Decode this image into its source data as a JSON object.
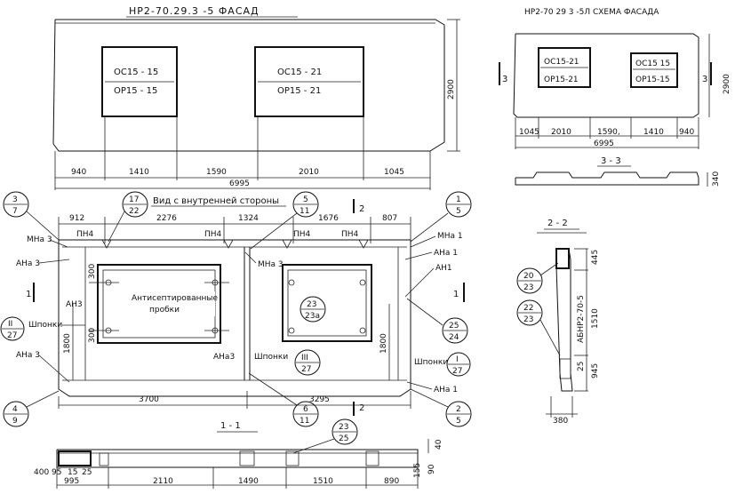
{
  "facade": {
    "title": "НР2-70.29.3 -5 ФАСАД",
    "height_dim": "2900",
    "window_left_top": "ОС15 - 15",
    "window_left_bottom": "ОР15 - 15",
    "window_right_top": "ОС15 - 21",
    "window_right_bottom": "ОР15 - 21",
    "dims_bottom": [
      "940",
      "1410",
      "1590",
      "2010",
      "1045"
    ],
    "total": "6995"
  },
  "scheme": {
    "title": "НР2-70 29 3 -5Л СХЕМА ФАСАДА",
    "window1_top": "ОС15-21",
    "window1_bottom": "ОР15-21",
    "window2_top": "ОС15 15",
    "window2_bottom": "ОР15-15",
    "height_dim": "2900",
    "dims": [
      "1045",
      "2010",
      "1590,",
      "1410",
      "940"
    ],
    "total": "6995",
    "section_left": "3",
    "section_right": "3"
  },
  "section33": {
    "title": "3 - 3",
    "dim": "340"
  },
  "inner": {
    "title": "Вид с внутренней стороны",
    "top_dims": [
      "912",
      "2276",
      "1324",
      "1676",
      "807"
    ],
    "bottom_dims": [
      "3700",
      "3295"
    ],
    "pn_labels": [
      "ПН4",
      "ПН4",
      "ПН4",
      "ПН4"
    ],
    "mna_left": "МНа 3",
    "ana_left_top": "АНа 3",
    "an3": "АН3",
    "shponki_left": "Шпонки",
    "ana_left_bottom": "АНа 3",
    "mna_right": "МНа 1",
    "ana_right_top": "АНа 1",
    "an1": "АН1",
    "shponki_right": "Шпонки",
    "ana_right_bottom": "АНа 1",
    "mna_center": "МНа 3",
    "ana_center": "АНа3",
    "shponki_center": "Шпонки",
    "dim300_a": "300",
    "dim300_b": "300",
    "dim1800_left": "1800",
    "dim1800_right": "1800",
    "note_line1": "Антисептированные",
    "note_line2": "пробки",
    "section_1_left": "1",
    "section_1_right": "1",
    "section_2_top": "2",
    "section_2_bottom": "2"
  },
  "callouts": [
    {
      "top": "3",
      "bottom": "7"
    },
    {
      "top": "17",
      "bottom": "22"
    },
    {
      "top": "5",
      "bottom": "11"
    },
    {
      "top": "1",
      "bottom": "5"
    },
    {
      "top": "II",
      "bottom": "27"
    },
    {
      "top": "23",
      "bottom": "23а"
    },
    {
      "top": "25",
      "bottom": "24"
    },
    {
      "top": "III",
      "bottom": "27"
    },
    {
      "top": "I",
      "bottom": "27"
    },
    {
      "top": "4",
      "bottom": "9"
    },
    {
      "top": "6",
      "bottom": "11"
    },
    {
      "top": "2",
      "bottom": "5"
    },
    {
      "top": "23",
      "bottom": "25"
    }
  ],
  "section22": {
    "title": "2 - 2",
    "dims_right": [
      "445",
      "1510",
      "945"
    ],
    "mark": "АБНР2-70-5",
    "dim_25": "25",
    "bottom": "380",
    "callout_a_top": "20",
    "callout_a_bottom": "23",
    "callout_b_top": "22",
    "callout_b_bottom": "23"
  },
  "section11": {
    "title": "1 - 1",
    "dims": [
      "995",
      "2110",
      "1490",
      "1510",
      "890"
    ],
    "small_dims": [
      "400",
      "95",
      "15",
      "25"
    ],
    "right_small": [
      "155",
      "90"
    ],
    "dim40": "40"
  }
}
